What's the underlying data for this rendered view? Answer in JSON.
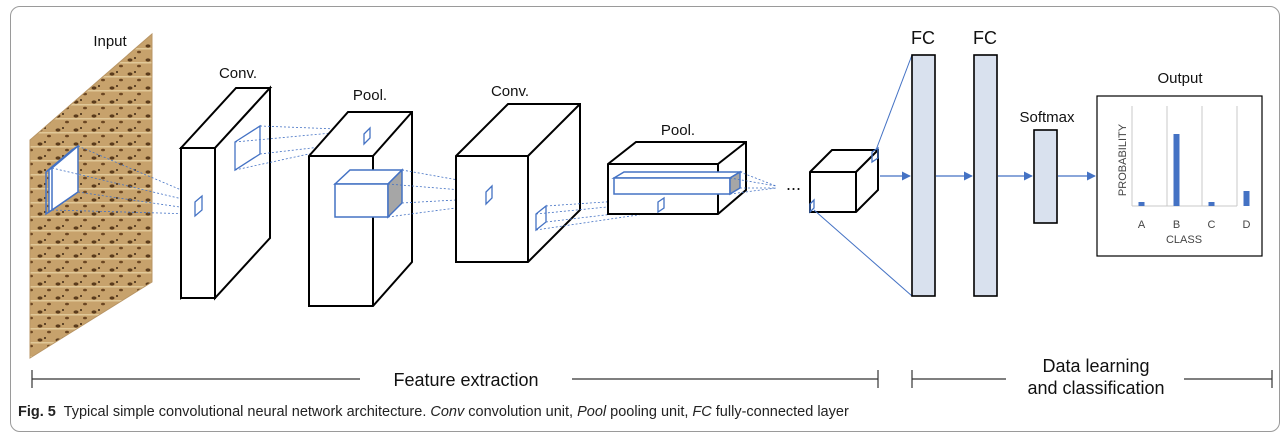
{
  "labels": {
    "input": "Input",
    "conv1": "Conv.",
    "pool1": "Pool.",
    "conv2": "Conv.",
    "pool2": "Pool.",
    "ellipsis": "...",
    "fc1": "FC",
    "fc2": "FC",
    "softmax": "Softmax",
    "output": "Output",
    "feature_extraction": "Feature extraction",
    "data_learning_1": "Data learning",
    "data_learning_2": "and classification"
  },
  "output_chart": {
    "type": "bar",
    "ylabel": "PROBABILITY",
    "xlabel": "CLASS",
    "categories": [
      "A",
      "B",
      "C",
      "D"
    ],
    "values": [
      0.04,
      0.72,
      0.04,
      0.15
    ]
  },
  "caption": {
    "fig": "Fig. 5",
    "text_1": "Typical simple convolutional neural network architecture.",
    "abbr_conv": "Conv",
    "text_2": "convolution unit,",
    "abbr_pool": "Pool",
    "text_3": "pooling unit,",
    "abbr_fc": "FC",
    "text_4": "fully-connected layer"
  },
  "colors": {
    "accent": "#4472c4",
    "fc_fill": "#d9e1ee",
    "pool_face": "#a6a6a6",
    "input_texture": "#c9a46a"
  }
}
